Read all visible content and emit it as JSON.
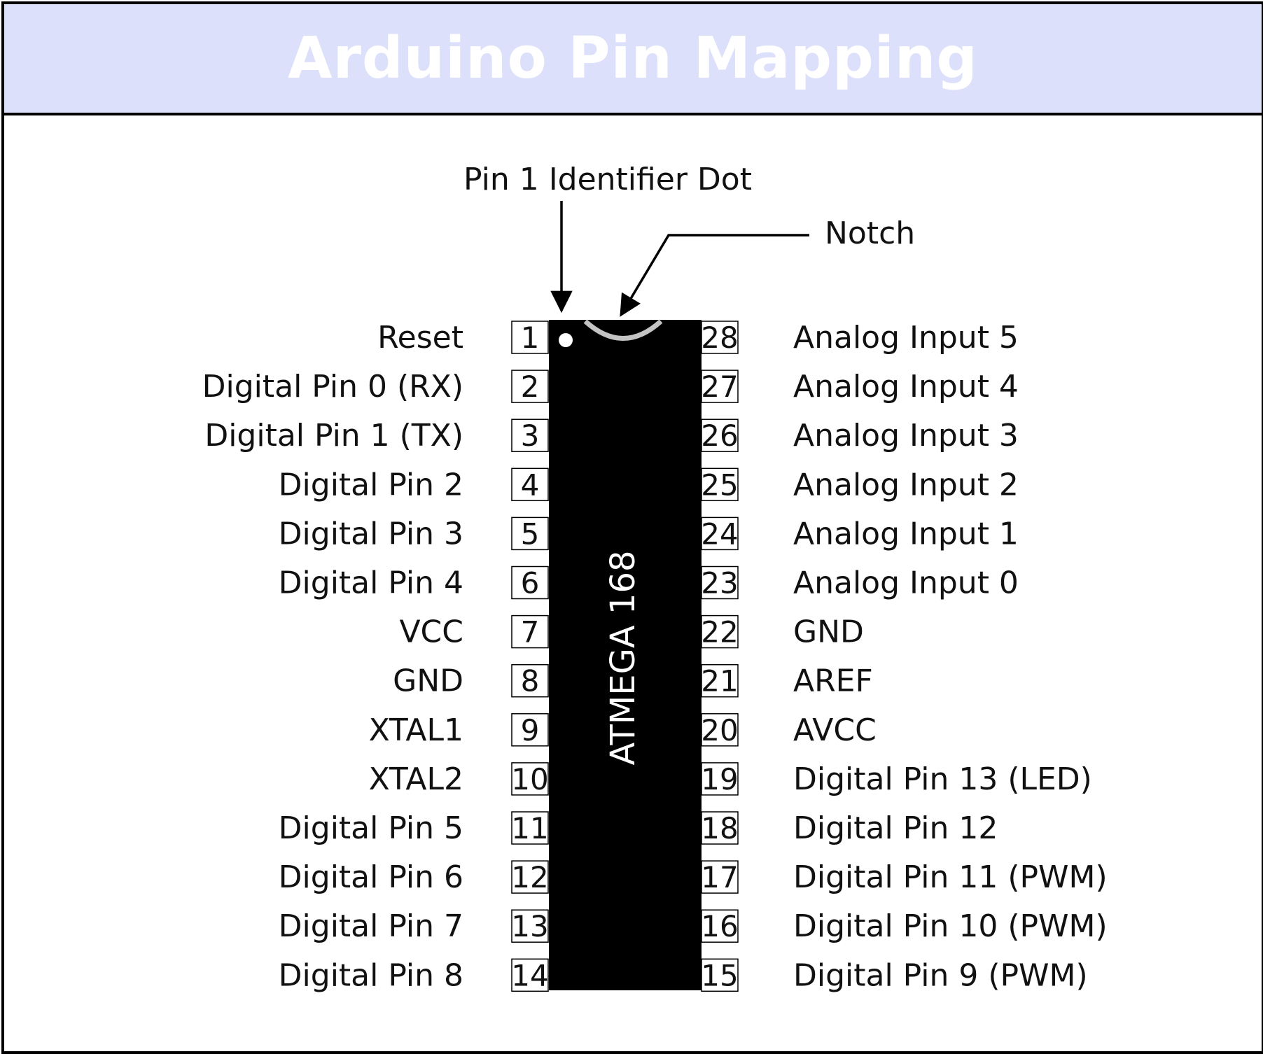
{
  "title": "Arduino Pin Mapping",
  "colors": {
    "title_bg": "#dde0fb",
    "chip": "#000000",
    "notch": "#c4c4c4",
    "dot": "#ffffff"
  },
  "chip_label": "ATMEGA 168",
  "annotations": {
    "pin1_dot": "Pin 1 Identifier Dot",
    "notch": "Notch"
  },
  "left_pins": [
    {
      "num": "1",
      "label": "Reset"
    },
    {
      "num": "2",
      "label": "Digital Pin 0 (RX)"
    },
    {
      "num": "3",
      "label": "Digital Pin 1 (TX)"
    },
    {
      "num": "4",
      "label": "Digital Pin 2"
    },
    {
      "num": "5",
      "label": "Digital Pin 3"
    },
    {
      "num": "6",
      "label": "Digital Pin 4"
    },
    {
      "num": "7",
      "label": "VCC"
    },
    {
      "num": "8",
      "label": "GND"
    },
    {
      "num": "9",
      "label": "XTAL1"
    },
    {
      "num": "10",
      "label": "XTAL2"
    },
    {
      "num": "11",
      "label": "Digital Pin 5"
    },
    {
      "num": "12",
      "label": "Digital Pin 6"
    },
    {
      "num": "13",
      "label": "Digital Pin 7"
    },
    {
      "num": "14",
      "label": "Digital Pin 8"
    }
  ],
  "right_pins": [
    {
      "num": "28",
      "label": "Analog Input 5"
    },
    {
      "num": "27",
      "label": "Analog Input 4"
    },
    {
      "num": "26",
      "label": "Analog Input 3"
    },
    {
      "num": "25",
      "label": "Analog Input 2"
    },
    {
      "num": "24",
      "label": "Analog Input 1"
    },
    {
      "num": "23",
      "label": "Analog Input 0"
    },
    {
      "num": "22",
      "label": "GND"
    },
    {
      "num": "21",
      "label": "AREF"
    },
    {
      "num": "20",
      "label": "AVCC"
    },
    {
      "num": "19",
      "label": "Digital Pin 13 (LED)"
    },
    {
      "num": "18",
      "label": "Digital Pin 12"
    },
    {
      "num": "17",
      "label": "Digital Pin 11 (PWM)"
    },
    {
      "num": "16",
      "label": "Digital Pin 10 (PWM)"
    },
    {
      "num": "15",
      "label": "Digital Pin 9 (PWM)"
    }
  ]
}
